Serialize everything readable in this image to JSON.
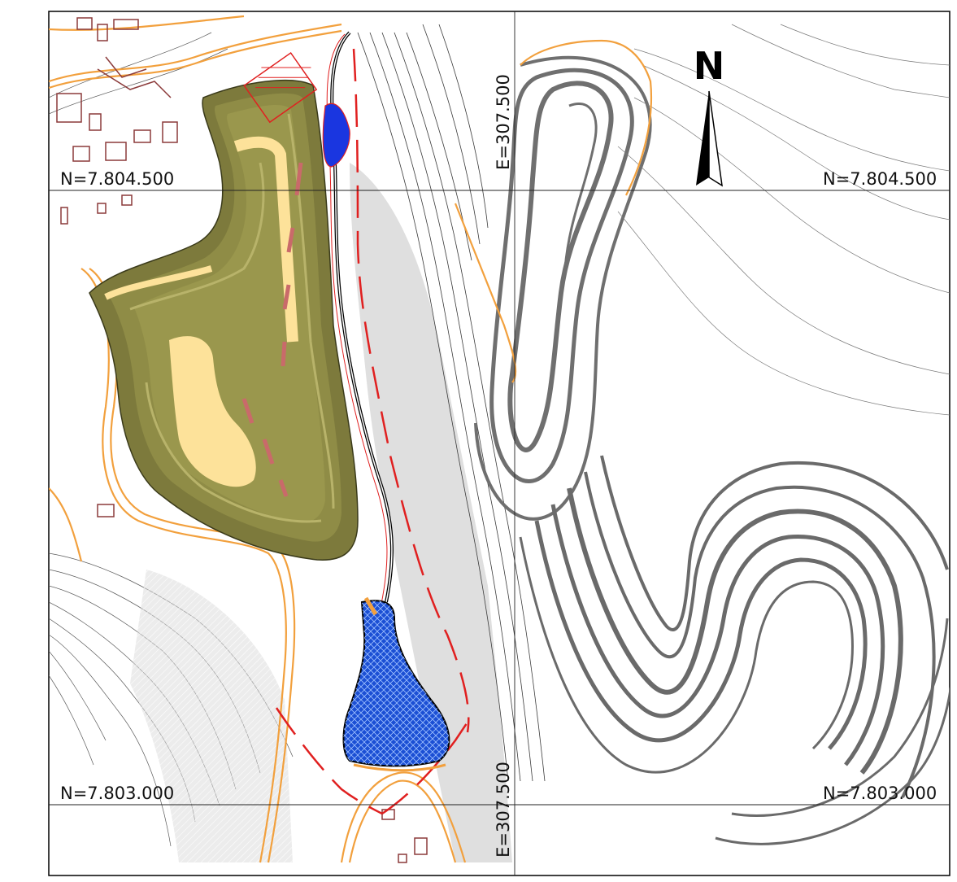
{
  "map": {
    "grid_labels": {
      "n_top_left": "N=7.804.500",
      "n_top_right": "N=7.804.500",
      "n_bottom_left": "N=7.803.000",
      "n_bottom_right": "N=7.803.000",
      "e_top": "E=307.500",
      "e_bottom": "E=307.500"
    },
    "north_arrow": {
      "letter": "N",
      "icon": "north-arrow-icon"
    },
    "colors": {
      "frame": "#000000",
      "contour": "#4a4a4a",
      "bench": "#7a7a7a",
      "road": "#f2a03d",
      "boundary": "#e02020",
      "building": "#8b3a3a",
      "pile_fill": "#fde29a",
      "pile_bench": "#7d7a3c",
      "pond_blue": "#1a36e0",
      "pond_pattern": "#3b74d8"
    }
  }
}
